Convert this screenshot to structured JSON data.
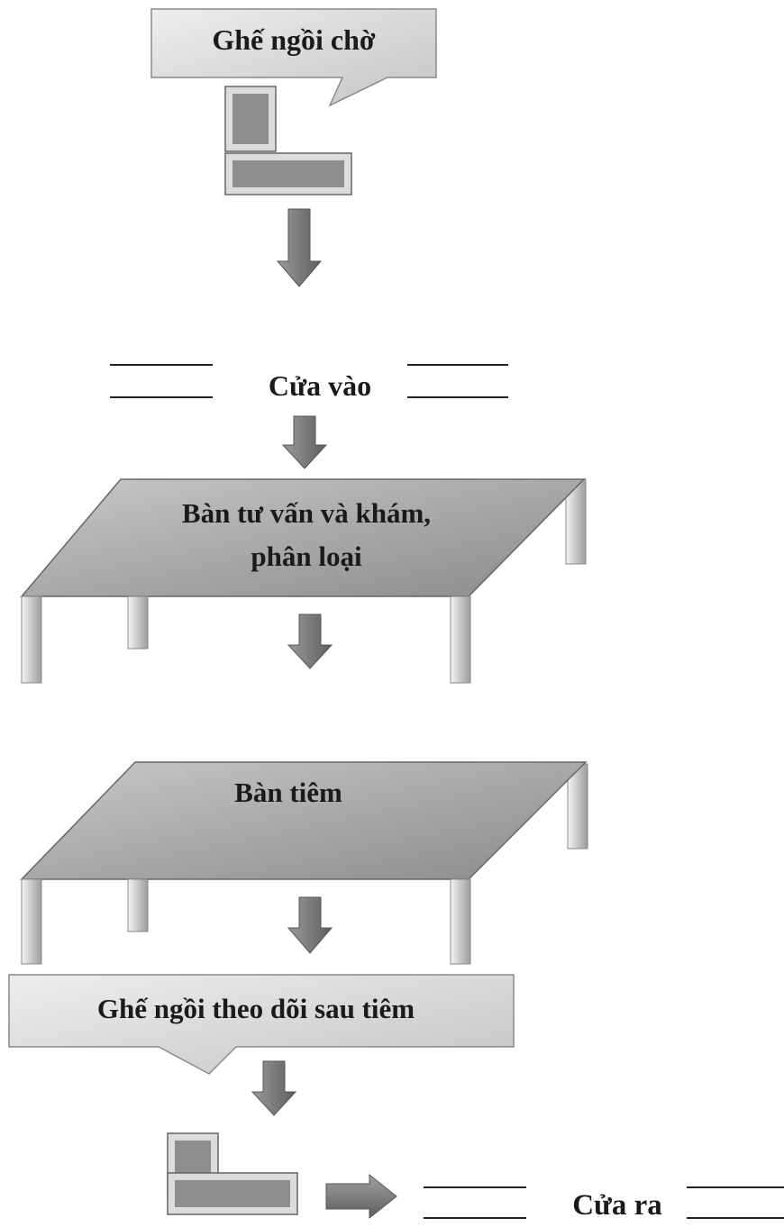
{
  "steps": {
    "waiting_chair": "Ghế ngồi chờ",
    "entrance": "Cửa vào",
    "consultation_table_line1": "Bàn tư vấn và khám,",
    "consultation_table_line2": "phân loại",
    "injection_table": "Bàn tiêm",
    "observation_chair": "Ghế ngồi theo dõi sau tiêm",
    "exit": "Cửa ra"
  },
  "colors": {
    "box_fill": "#d6d6d6",
    "table_top": "#a9a9a9",
    "chair_fill": "#8c8c8c",
    "arrow_fill": "#7f7f7f",
    "outline": "#555555",
    "line": "#222222"
  }
}
